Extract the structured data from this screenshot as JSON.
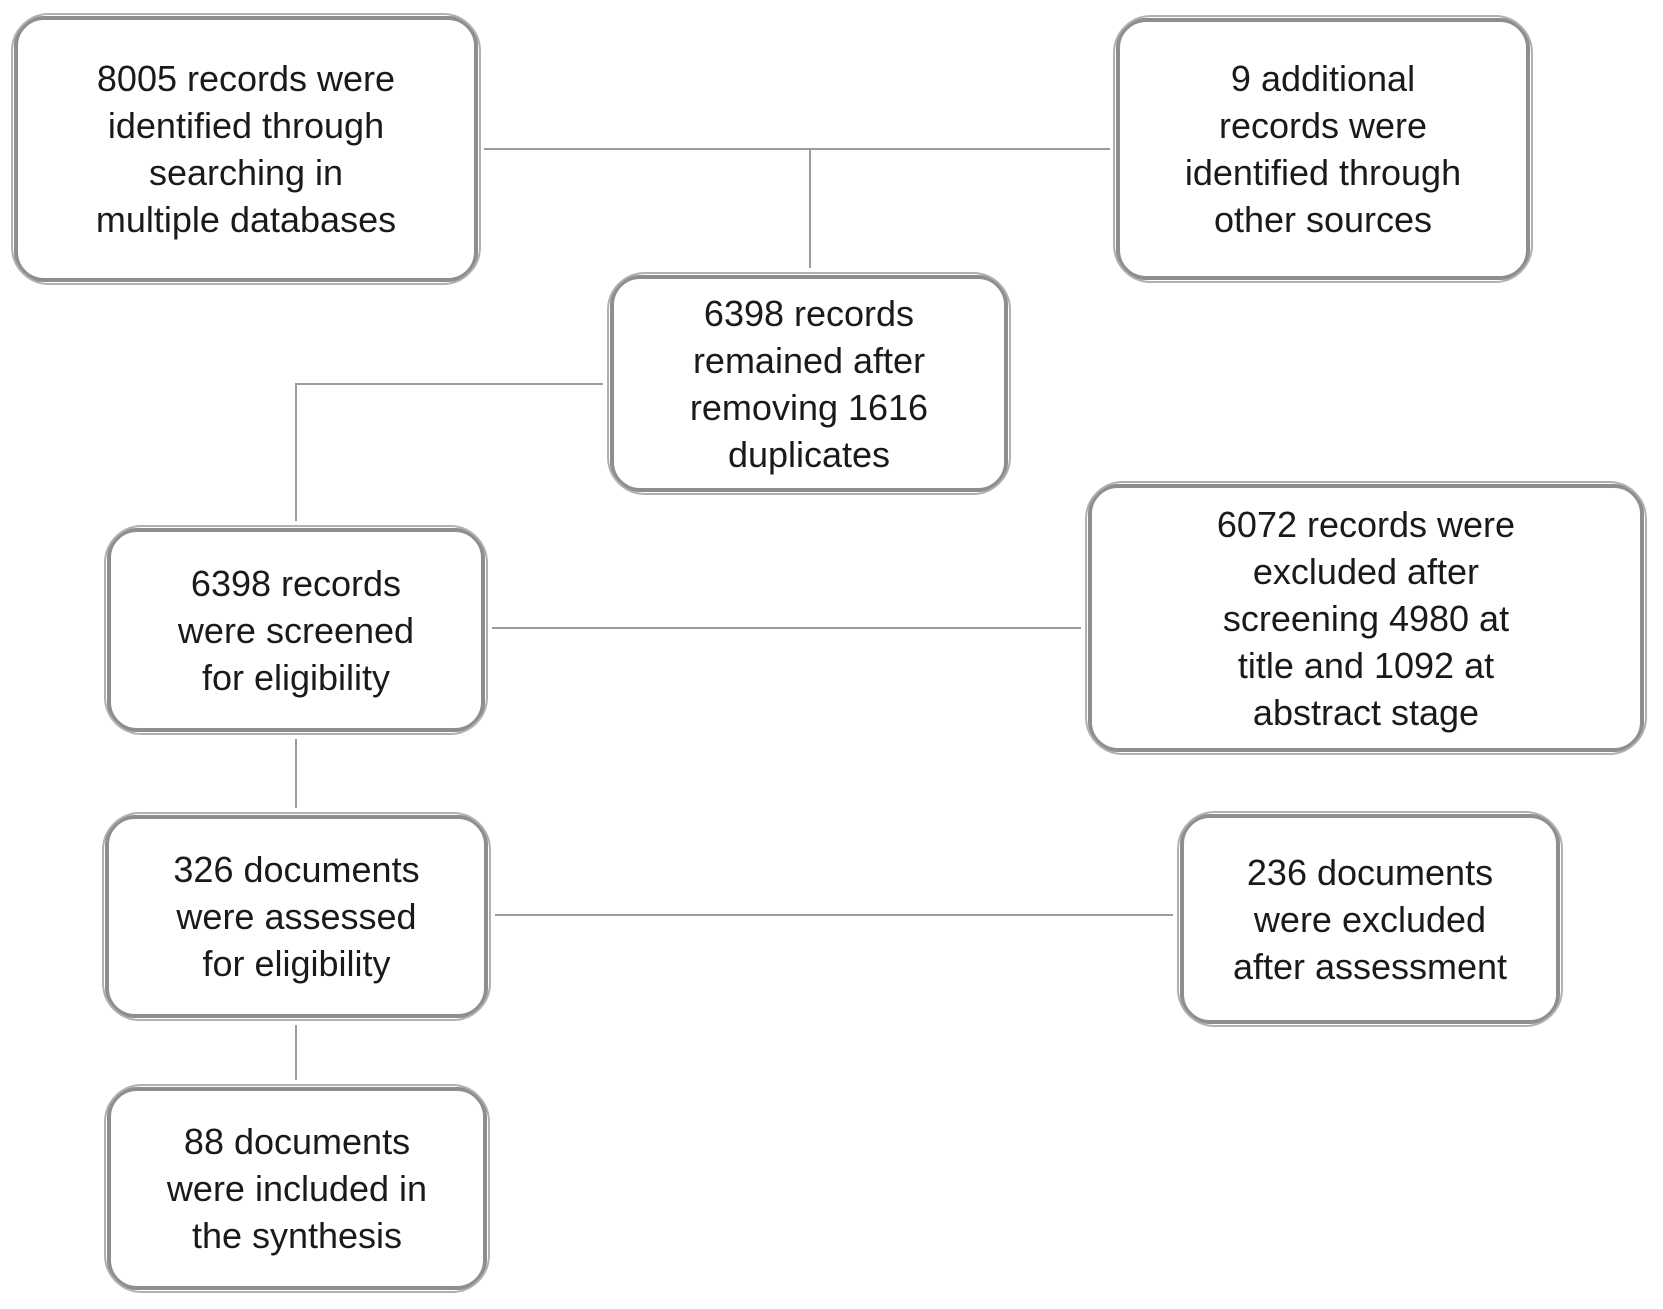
{
  "colors": {
    "background": "#ffffff",
    "box_fill": "#ffffff",
    "border_inner": "#8e8e8e",
    "border_outer": "#b0b0b0",
    "connector": "#9c9c9c",
    "text": "#1a1a1a"
  },
  "flowchart": {
    "boxes": [
      {
        "id": "records-identified-databases",
        "text": "8005 records were\nidentified through\nsearching in\nmultiple databases"
      },
      {
        "id": "records-identified-other-sources",
        "text": "9 additional\nrecords were\nidentified through\nother sources"
      },
      {
        "id": "records-after-duplicates",
        "text": "6398 records\nremained after\nremoving 1616\nduplicates"
      },
      {
        "id": "records-screened",
        "text": "6398 records\nwere screened\nfor eligibility"
      },
      {
        "id": "records-excluded-screening",
        "text": "6072 records were\nexcluded after\nscreening 4980 at\ntitle and 1092 at\nabstract stage"
      },
      {
        "id": "documents-assessed",
        "text": "326 documents\nwere assessed\nfor eligibility"
      },
      {
        "id": "documents-excluded-assessment",
        "text": "236 documents\nwere excluded\nafter assessment"
      },
      {
        "id": "documents-included-synthesis",
        "text": "88 documents\nwere included in\nthe synthesis"
      }
    ]
  }
}
